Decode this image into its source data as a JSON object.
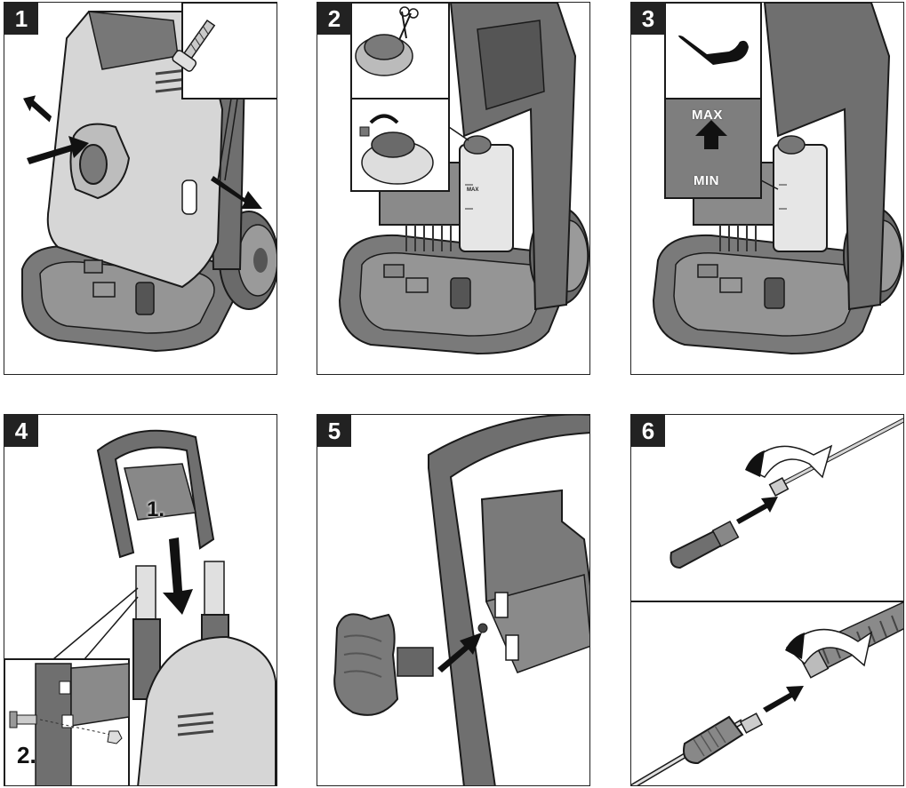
{
  "panels": [
    {
      "number": "1"
    },
    {
      "number": "2"
    },
    {
      "number": "3"
    },
    {
      "number": "4"
    },
    {
      "number": "5"
    },
    {
      "number": "6"
    }
  ],
  "labels": {
    "max": "MAX",
    "min": "MIN",
    "step_one": "1.",
    "step_two": "2."
  },
  "colors": {
    "body_dark": "#6f6f6f",
    "body_mid": "#9a9a9a",
    "body_light": "#d4d4d4",
    "outline": "#1a1a1a",
    "oil": "#7e7e7e"
  }
}
